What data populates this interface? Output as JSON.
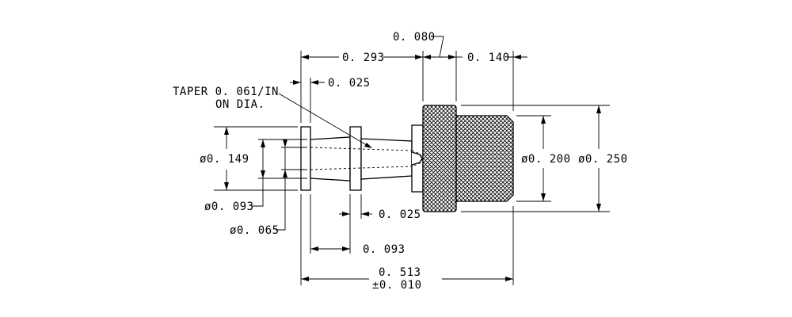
{
  "dimensions": {
    "d_0080": "0. 080",
    "d_0293": "0. 293",
    "d_0140": "0. 140",
    "d_0025_top": "0. 025",
    "taper_line1": "TAPER 0. 061/IN",
    "taper_line2": "ON DIA.",
    "dia_0149": "ø0. 149",
    "dia_0093": "ø0. 093",
    "dia_0065": "ø0. 065",
    "dia_0200": "ø0. 200",
    "dia_0250": "ø0. 250",
    "d_0025_bottom": "0. 025",
    "d_0093": "0. 093",
    "d_0513": "0. 513",
    "tolerance": "±0. 010"
  },
  "colors": {
    "ink": "#000000",
    "paper": "#ffffff"
  }
}
